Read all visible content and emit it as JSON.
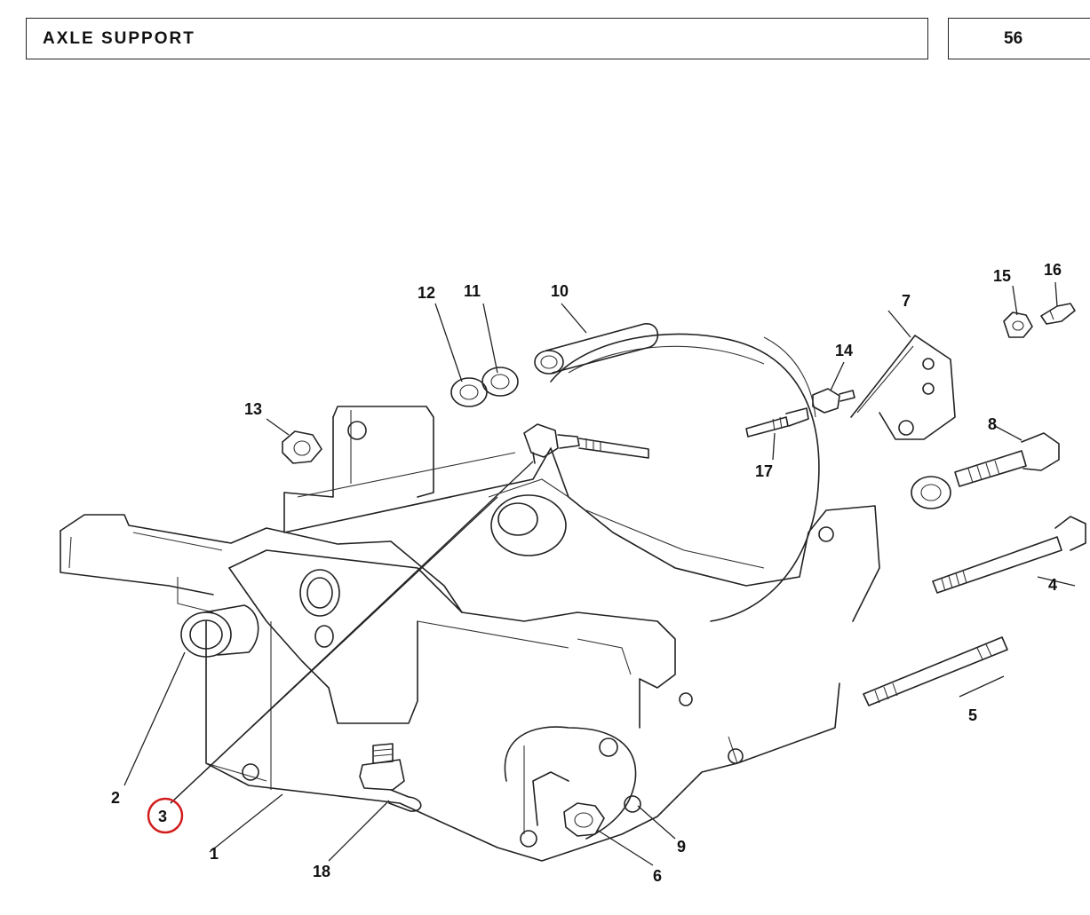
{
  "header": {
    "title": "AXLE SUPPORT",
    "page_number": "56"
  },
  "callouts": [
    {
      "id": "c1",
      "label": "1"
    },
    {
      "id": "c2",
      "label": "2"
    },
    {
      "id": "c3",
      "label": "3",
      "highlighted": true
    },
    {
      "id": "c4",
      "label": "4"
    },
    {
      "id": "c5",
      "label": "5"
    },
    {
      "id": "c6",
      "label": "6"
    },
    {
      "id": "c7",
      "label": "7"
    },
    {
      "id": "c8",
      "label": "8"
    },
    {
      "id": "c9",
      "label": "9"
    },
    {
      "id": "c10",
      "label": "10"
    },
    {
      "id": "c11",
      "label": "11"
    },
    {
      "id": "c12",
      "label": "12"
    },
    {
      "id": "c13",
      "label": "13"
    },
    {
      "id": "c14",
      "label": "14"
    },
    {
      "id": "c15",
      "label": "15"
    },
    {
      "id": "c16",
      "label": "16"
    },
    {
      "id": "c17",
      "label": "17"
    },
    {
      "id": "c18",
      "label": "18"
    }
  ],
  "colors": {
    "line": "#222222",
    "highlight": "#d21d1d",
    "background": "#ffffff"
  }
}
